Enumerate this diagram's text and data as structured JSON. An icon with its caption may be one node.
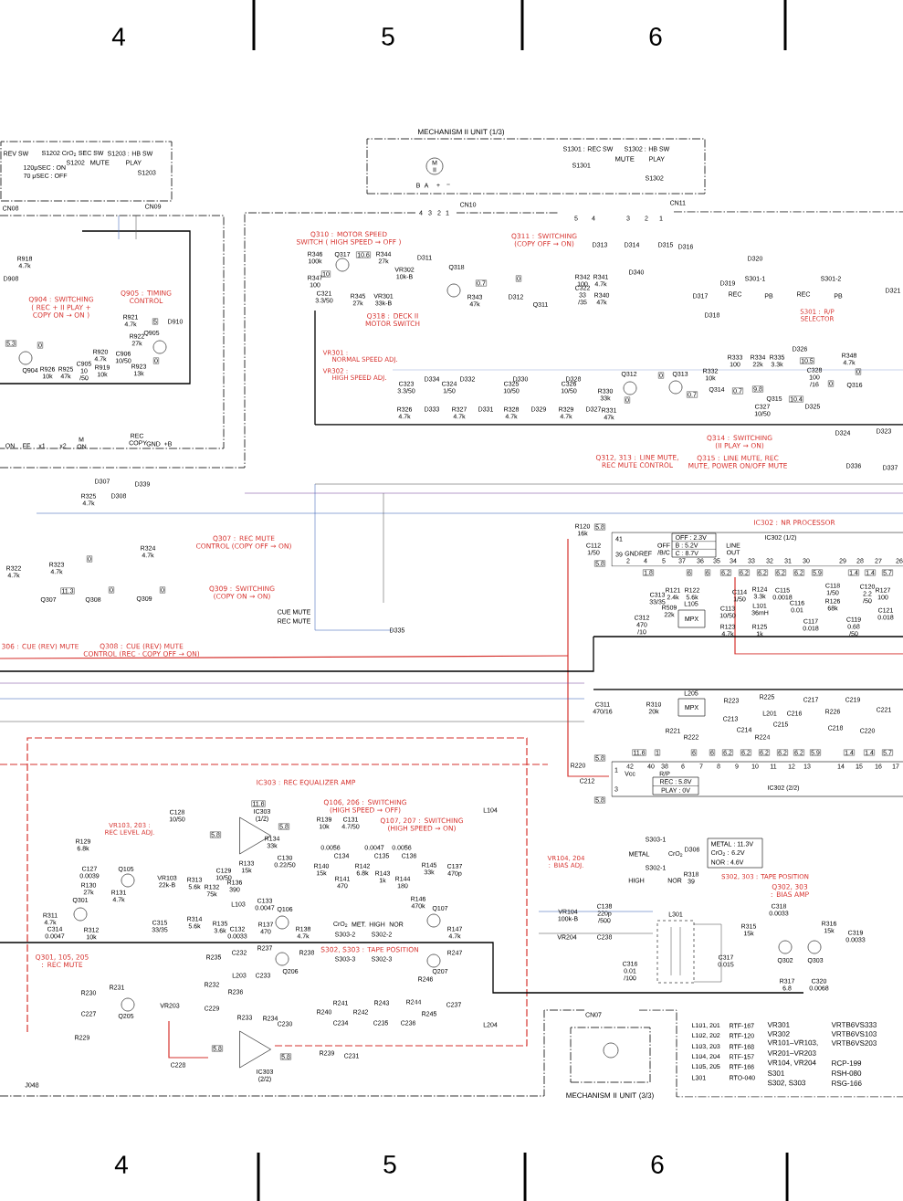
{
  "diagram": {
    "nodes": [
      {
        "text": [
          "MECHANISM II UNIT (1/3)"
        ]
      },
      {
        "text": [
          "REV SW"
        ]
      },
      {
        "text": [
          "IC302 (1/2)"
        ]
      },
      {
        "text": [
          "IC302 (2/2)"
        ]
      },
      {
        "text": [
          "OFF : 2.3V",
          "B : 5.2V",
          "C : 8.7V"
        ],
        "in": 2
      },
      {
        "text": [
          "REC : 5.8V",
          "PLAY : 0V"
        ],
        "in": 3
      },
      {
        "text": [
          "MPX"
        ],
        "beside": [
          "L105"
        ]
      },
      {
        "text": [
          "MPX"
        ],
        "beside": [
          "L205"
        ]
      },
      {
        "text": [
          "METAL : 11.3V",
          "CrO$_{2}$ : 6.2V",
          "NOR : 4.6V"
        ]
      },
      {
        "text": [
          "MECHANISM II UNIT (3/3)"
        ]
      },
      {
        "text": [
          "M II"
        ],
        "in": 0
      },
      {
        "text": [],
        "shape": "triangle",
        "beside": [
          "IC303 (1/2)"
        ]
      },
      {
        "text": [],
        "shape": "triangle",
        "beside": [
          "IC303 (2/2)"
        ]
      }
    ],
    "labels": [
      "4",
      "5",
      "6",
      "S1202 CrO$_{2}$ SEC SW",
      "S1203 : HB SW",
      "120μSEC : ON",
      "70 μSEC : OFF",
      "S1202",
      "MUTE",
      "PLAY",
      "S1203",
      "CN08",
      "CN09",
      "S1301 : REC SW",
      "S1302 : HB SW",
      "S1301",
      "MUTE",
      "PLAY",
      "S1302",
      "CN10",
      "CN11",
      "Q310 : MOTOR SPEED SWITCH ( HIGH SPEED → OFF )",
      "Q311 : SWITCHING (COPY OFF → ON)",
      "Q904 : SWITCHING",
      "( REC + II PLAY + COPY ON → ON )",
      "Q905 : TIMING CONTROL",
      "Q318 : DECK II MOTOR SWITCH",
      "VR301 :",
      "NORMAL SPEED ADJ.",
      "VR302 :",
      "HIGH SPEED ADJ.",
      "S301 : R/P SELECTOR",
      "Q314 : SWITCHING (II PLAY → ON)",
      "Q312, 313 : LINE MUTE, REC MUTE CONTROL",
      "Q315 : LINE MUTE, REC MUTE, POWER ON/OFF MUTE",
      "Q307 : REC MUTE CONTROL (COPY OFF → ON)",
      "Q309 : SWITCHING (COPY ON → ON)",
      "CUE MUTE",
      "REC MUTE",
      "D335",
      "306 : CUE (REV) MUTE",
      "Q308 : CUE (REV) MUTE CONTROL (REC · COPY OFF → ON)",
      "IC302 : NR PROCESSOR",
      "IC303 : REC EQUALIZER AMP",
      "VR103, 203 : REC LEVEL ADJ.",
      "Q106, 206 : SWITCHING (HIGH SPEED → OFF)",
      "Q107, 207 : SWITCHING (HIGH SPEED → ON)",
      "Q301, 105, 205 : REC MUTE",
      "S302, S303 : TAPE POSITION",
      "VR104, 204 : BIAS ADJ.",
      "S302, 303 : TAPE POSITION",
      "Q302, 303 : BIAS AMP",
      "R918 4.7k",
      "D908",
      "R921 4.7k",
      "5",
      "D910",
      "5.3",
      "0",
      "R920 4.7k",
      "C906 10/50",
      "R922 27k",
      "Q905",
      "0",
      "R926 10k",
      "R925 47k",
      "C905 10 /50",
      "R919 10k",
      "R923 13k",
      "Q904",
      "ON",
      "FF",
      "x1",
      "x2",
      "M ON",
      "REC COPY",
      "GND",
      "+B",
      "D307",
      "D339",
      "D308",
      "R325 4.7k",
      "R346 100k",
      "Q317",
      "R347 100",
      "C321 3.3/50",
      "R345 27k",
      "VR301 33k-B",
      "R344 27k",
      "VR302 10k-B",
      "D311",
      "10.6",
      "10",
      "Q318",
      "R343 47k",
      "0.7",
      "D312",
      "Q311",
      "0",
      "R342 100",
      "C322 33 /35",
      "R341 4.7k",
      "R340 47k",
      "D313",
      "D314",
      "D315",
      "D316",
      "D340",
      "D320",
      "D319",
      "D317",
      "D318",
      "S301-1",
      "S301-2",
      "REC",
      "PB",
      "REC",
      "PB",
      "D321",
      "C323 3.3/50",
      "D334",
      "D333",
      "R326 4.7k",
      "C324 1/50",
      "D332",
      "D331",
      "R327 4.7k",
      "C325 10/50",
      "D330",
      "D329",
      "R328 4.7k",
      "C326 10/50",
      "D328",
      "D327",
      "R329 4.7k",
      "Q312",
      "R330 33k",
      "R331 47k",
      "Q313",
      "R332 10k",
      "Q314",
      "R333 100",
      "R334 22k",
      "R335 3.3k",
      "D326",
      "C328 100 /16",
      "Q315",
      "C327 10/50",
      "D325",
      "R348 4.7k",
      "Q316",
      "D324",
      "D323",
      "D336",
      "D337",
      "10.5",
      "9.8",
      "10.4",
      "0.7",
      "0.7",
      "0",
      "0",
      "0",
      "0",
      "R322 4.7k",
      "R323 4.7k",
      "R324 4.7k",
      "0",
      "11.3",
      "0",
      "0",
      "Q307",
      "Q308",
      "Q309",
      "R120 16k",
      "C112 1/50",
      "5.8",
      "5.8",
      "41",
      "39",
      "GND",
      "REF",
      "OFF /B/C",
      "LINE OUT",
      "2",
      "4",
      "5",
      "37",
      "36",
      "35",
      "34",
      "33",
      "32",
      "31",
      "30",
      "29",
      "28",
      "27",
      "26",
      "1.8",
      "6",
      "6",
      "6.2",
      "6.2",
      "6.2",
      "6.2",
      "6.2",
      "5.9",
      "1.4",
      "1.4",
      "5.7",
      "C313 33/35",
      "R121 2.4k",
      "R122 5.6k",
      "R509 22k",
      "C312 470 /10",
      "C114 1/50",
      "C113 10/50",
      "R123 4.7k",
      "R124 3.3k",
      "C115 0.0018",
      "L101 36mH",
      "C116 0.01",
      "R125 1k",
      "C117 0.018",
      "C118 1/50",
      "R126 68k",
      "C119 0.68 /50",
      "C120 2.2 /50",
      "R127 100",
      "C121 0.018",
      "C311 470/16",
      "R310 20k",
      "R221",
      "R222",
      "R223",
      "C213",
      "C214",
      "R225",
      "L201",
      "C215",
      "R224",
      "C216",
      "C217",
      "R226",
      "C218",
      "C219",
      "C220",
      "C221",
      "11.6",
      "1",
      "6",
      "6",
      "6.2",
      "6.2",
      "6.2",
      "6.2",
      "6.2",
      "5.9",
      "1.4",
      "1.4",
      "5.7",
      "42",
      "40",
      "38",
      "6",
      "7",
      "8",
      "9",
      "10",
      "11",
      "12",
      "13",
      "14",
      "15",
      "16",
      "17",
      "Vcc",
      "R/P",
      "R220",
      "C212",
      "5.8",
      "5.8",
      "1",
      "3",
      "C128 10/50",
      "11.6",
      "5.8",
      "5.8",
      "R134 33k",
      "C130 0.22/50",
      "R133 15k",
      "C129 10/50",
      "R129 6.8k",
      "C127 0.0039",
      "R130 27k",
      "Q105",
      "R131 4.7k",
      "Q301",
      "R311 4.7k",
      "C314 0.0047",
      "R312 10k",
      "VR103 22k-B",
      "R313 5.6k",
      "R132 75k",
      "R136 390",
      "L103",
      "C133 0.0047",
      "Q106",
      "C315 33/35",
      "R314 5.6k",
      "R135 3.6k",
      "C132 0.0033",
      "R137 470",
      "R138 4.7k",
      "C232",
      "R237",
      "R238",
      "Q206",
      "L203",
      "C233",
      "R235",
      "R230",
      "R231",
      "R232",
      "R236",
      "Q205",
      "C227",
      "R229",
      "VR203",
      "C229",
      "R233",
      "R234",
      "C230",
      "C228",
      "5.8",
      "5.8",
      "R239",
      "C231",
      "L204",
      "L104",
      "R139 10k",
      "C131 4.7/50",
      "C137 470p",
      "Q107",
      "R147 4.7k",
      "Q207",
      "R247",
      "R246",
      "R245",
      "C237",
      "0.0056",
      "0.0047",
      "0.0056",
      "C134",
      "C135",
      "C136",
      "R140 15k",
      "R141 470",
      "R142 6.8k",
      "R143 1k",
      "R144 180",
      "R145 33k",
      "R146 470k",
      "CrO$_{2}$",
      "MET.",
      "HIGH",
      "NOR",
      "S303-2",
      "S302-2",
      "S303-3",
      "S302-3",
      "R240",
      "R241",
      "R242",
      "R243",
      "R244",
      "C234",
      "C235",
      "C236",
      "J048",
      "S303-1",
      "METAL",
      "CrO$_{2}$",
      "D306",
      "S302-1",
      "HIGH",
      "NOR",
      "R318 39",
      "VR104 100k-B",
      "C138 220p /500",
      "VR204",
      "C238",
      "L301",
      "C316 0.01 /100",
      "C317 0.015",
      "R315 15k",
      "C318 0.0033",
      "R316 15k",
      "C319 0.0033",
      "Q302",
      "Q303",
      "R317 6.8",
      "C320 0.0068",
      "CN07",
      "L101, 201",
      "RTF-167",
      "VR301",
      "VRTB6VS333",
      "L102, 202",
      "RTF-120",
      "VR302",
      "VRTB6VS103",
      "L103, 203",
      "RTF-168",
      "VR101–VR103,",
      "VRTB6VS203",
      "L104, 204",
      "RTF-157",
      "VR201–VR203",
      "L105, 205",
      "RTF-166",
      "VR104, VR204",
      "RCP-199",
      "L301",
      "RTO-040",
      "S301",
      "RSH-080",
      "S302, S303",
      "RSG-166",
      "4",
      "5",
      "6",
      "B",
      "A",
      "+",
      "−",
      "4",
      "3",
      "2",
      "1",
      "5",
      "4",
      "3",
      "2",
      "1"
    ]
  }
}
